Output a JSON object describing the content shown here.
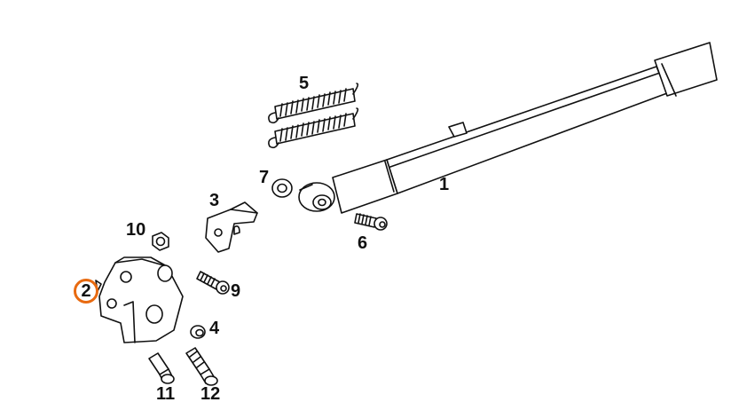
{
  "colors": {
    "highlight": "#E86A10",
    "line": "#111111",
    "fill": "#ffffff"
  },
  "highlighted_part": "2",
  "callouts": {
    "p1": "1",
    "p2": "2",
    "p3": "3",
    "p4": "4",
    "p5": "5",
    "p6": "6",
    "p7": "7",
    "p9": "9",
    "p10": "10",
    "p11": "11",
    "p12": "12"
  }
}
